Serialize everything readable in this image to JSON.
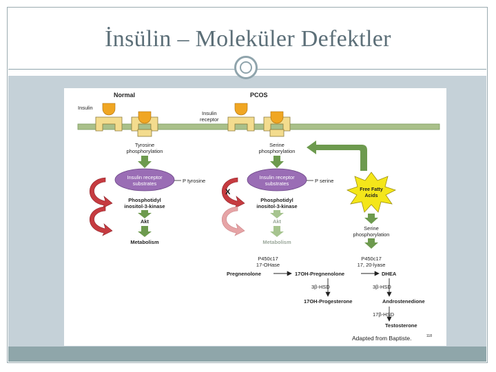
{
  "slide": {
    "title": "İnsülin – Moleküler Defektler"
  },
  "figure": {
    "normal_header": "Normal",
    "pcos_header": "PCOS",
    "insulin_label": "Insulin",
    "insulin_receptor_label_1": "Insulin",
    "insulin_receptor_label_2": "receptor",
    "tyrosine_phos_1": "Tyrosine",
    "tyrosine_phos_2": "phosphorylation",
    "serine_phos_1": "Serine",
    "serine_phos_2": "phosphorylation",
    "irs_1": "Insulin receptor",
    "irs_2": "substrates",
    "p_tyrosine": "P tyrosine",
    "p_serine": "P serine",
    "pi3k_1": "Phosphotidyl",
    "pi3k_2": "inositol-3-kinase",
    "akt": "Akt",
    "metabolism": "Metabolism",
    "block_mark": "X",
    "ffa_1": "Free Fatty",
    "ffa_2": "Acids",
    "serine_phos_b_1": "Serine",
    "serine_phos_b_2": "phosphorylation",
    "p450_a_1": "P450c17",
    "p450_a_2": "17-OHase",
    "p450_b_1": "P450c17",
    "p450_b_2": "17, 20-lyase",
    "pregnenolone": "Pregnenolone",
    "oh_pregnenolone": "17OH-Pregnenolone",
    "dhea": "DHEA",
    "hsd_a": "3β-HSD",
    "hsd_b": "3β-HSD",
    "oh_progesterone": "17OH-Progesterone",
    "androstenedione": "Androstenedione",
    "hsd17": "17β-HSD",
    "testosterone": "Testosterone",
    "credit": "Adapted from Baptiste.",
    "credit_ref": "118"
  },
  "colors": {
    "membrane": "#a9c08a",
    "receptor": "#f3dc8e",
    "insulin": "#f0a623",
    "arrow_green": "#6d9a4e",
    "oval": "#9a6db5",
    "red_arrow": "#c63b40",
    "starburst": "#f4e61a",
    "title": "#5c6f78"
  }
}
